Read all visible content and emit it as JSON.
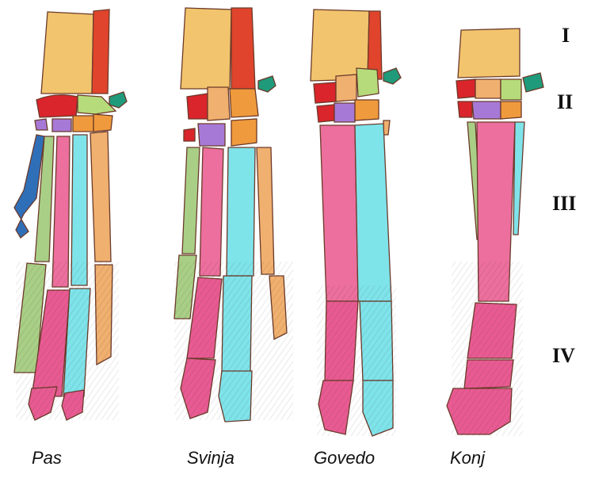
{
  "species": [
    {
      "id": "pas",
      "label": "Pas"
    },
    {
      "id": "svinja",
      "label": "Svinja"
    },
    {
      "id": "govedo",
      "label": "Govedo"
    },
    {
      "id": "konj",
      "label": "Konj"
    }
  ],
  "region_labels": [
    "I",
    "II",
    "III",
    "IV"
  ],
  "palette": {
    "radius": "#f2c46d",
    "ulna": "#e0442c",
    "carpal_red": "#d9252b",
    "carpal_purple": "#a779d6",
    "carpal_green": "#b6db7a",
    "carpal_orange": "#ef9a3c",
    "accessory_teal": "#1f9a7a",
    "metacarpal_pink": "#ec6f9e",
    "metacarpal_cyan": "#7fe3ea",
    "metacarpal_tan": "#f0b06f",
    "digit_green": "#a9cf86",
    "digit_blue": "#2f6fb8",
    "phalanx_pink": "#e85b92"
  }
}
